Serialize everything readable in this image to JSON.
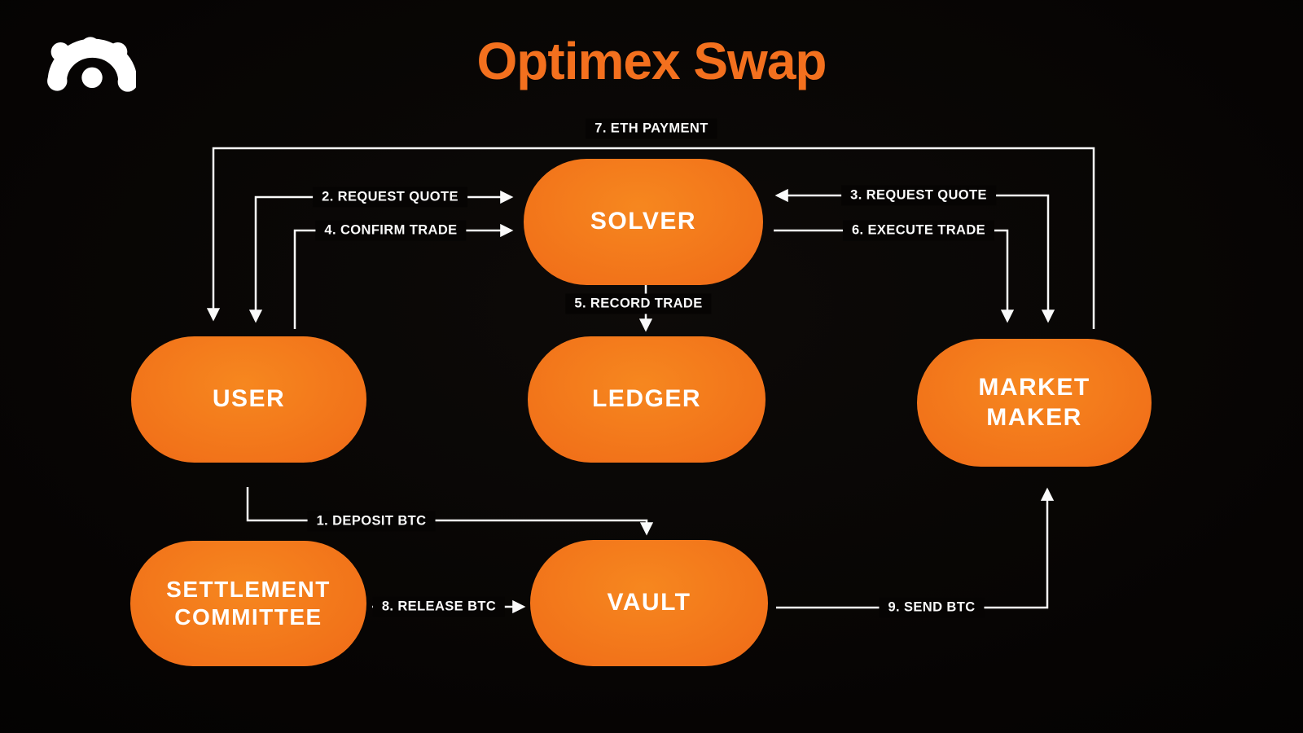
{
  "page": {
    "title": "Optimex Swap",
    "background_color": "#060403",
    "accent_color": "#F3701E",
    "line_color": "#FAFAFA",
    "node_fill_gradient": [
      "#F6871F",
      "#EA5A12"
    ],
    "node_text_color": "#FFFFFF"
  },
  "logo": {
    "name": "optimex-brand-logo",
    "color": "#FFFFFF"
  },
  "nodes": {
    "solver": {
      "label": "SOLVER"
    },
    "user": {
      "label": "USER"
    },
    "ledger": {
      "label": "LEDGER"
    },
    "market_maker": {
      "label": "MARKET MAKER"
    },
    "settlement_committee": {
      "label": "SETTLEMENT COMMITTEE"
    },
    "vault": {
      "label": "VAULT"
    }
  },
  "edges": {
    "eth_payment": {
      "label": "7. ETH PAYMENT",
      "from": "MARKET MAKER",
      "to": "USER",
      "bidirectional": false
    },
    "request_quote_user": {
      "label": "2. REQUEST QUOTE",
      "from": "USER",
      "to": "SOLVER",
      "bidirectional": true
    },
    "confirm_trade": {
      "label": "4. CONFIRM TRADE",
      "from": "USER",
      "to": "SOLVER",
      "bidirectional": false
    },
    "request_quote_mm": {
      "label": "3. REQUEST QUOTE",
      "from": "SOLVER",
      "to": "MARKET MAKER",
      "bidirectional": true
    },
    "execute_trade": {
      "label": "6. EXECUTE TRADE",
      "from": "SOLVER",
      "to": "MARKET MAKER",
      "bidirectional": false
    },
    "record_trade": {
      "label": "5. RECORD TRADE",
      "from": "SOLVER",
      "to": "LEDGER",
      "bidirectional": false
    },
    "deposit_btc": {
      "label": "1. DEPOSIT BTC",
      "from": "USER",
      "to": "VAULT",
      "bidirectional": false
    },
    "release_btc": {
      "label": "8. RELEASE BTC",
      "from": "SETTLEMENT COMMITTEE",
      "to": "VAULT",
      "bidirectional": false
    },
    "send_btc": {
      "label": "9. SEND BTC",
      "from": "VAULT",
      "to": "MARKET MAKER",
      "bidirectional": false
    }
  }
}
